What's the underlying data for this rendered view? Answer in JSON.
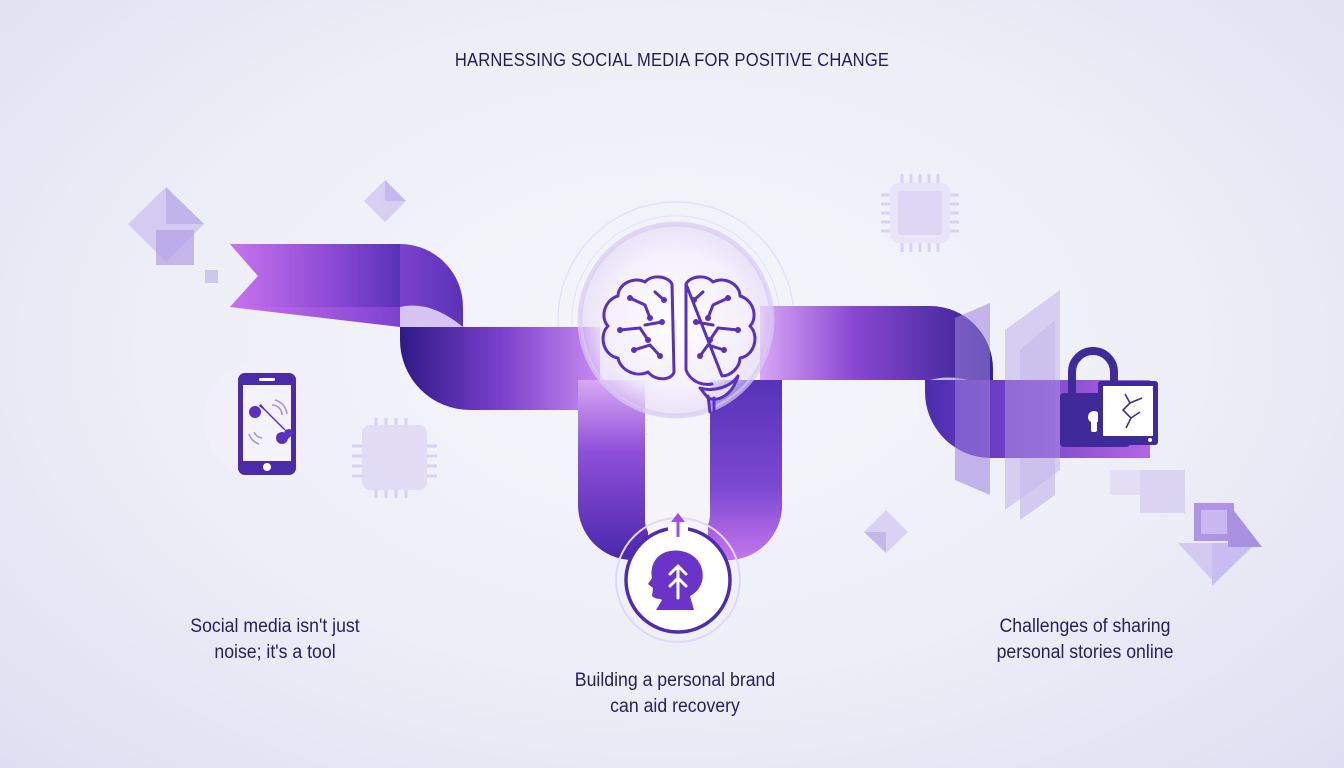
{
  "title": "HARNESSING SOCIAL MEDIA FOR POSITIVE CHANGE",
  "steps": [
    {
      "label_line1": "Social media isn't just",
      "label_line2": "noise; it's a tool",
      "icon": "smartphone-wrench-icon"
    },
    {
      "label_line1": "Building a personal brand",
      "label_line2": "can aid recovery",
      "icon": "head-growth-arrows-icon"
    },
    {
      "label_line1": "Challenges of sharing",
      "label_line2": "personal stories online",
      "icon": "padlock-cracked-screen-icon"
    }
  ],
  "center_icon": "brain-circuit-icon",
  "colors": {
    "title": "#1f1d5c",
    "ribbon_light": "#c06ee8",
    "ribbon_mid": "#8a4ad4",
    "ribbon_dark": "#3a1f96",
    "icon_dark": "#3f2a9a",
    "decor_light": "#c9bff0"
  }
}
